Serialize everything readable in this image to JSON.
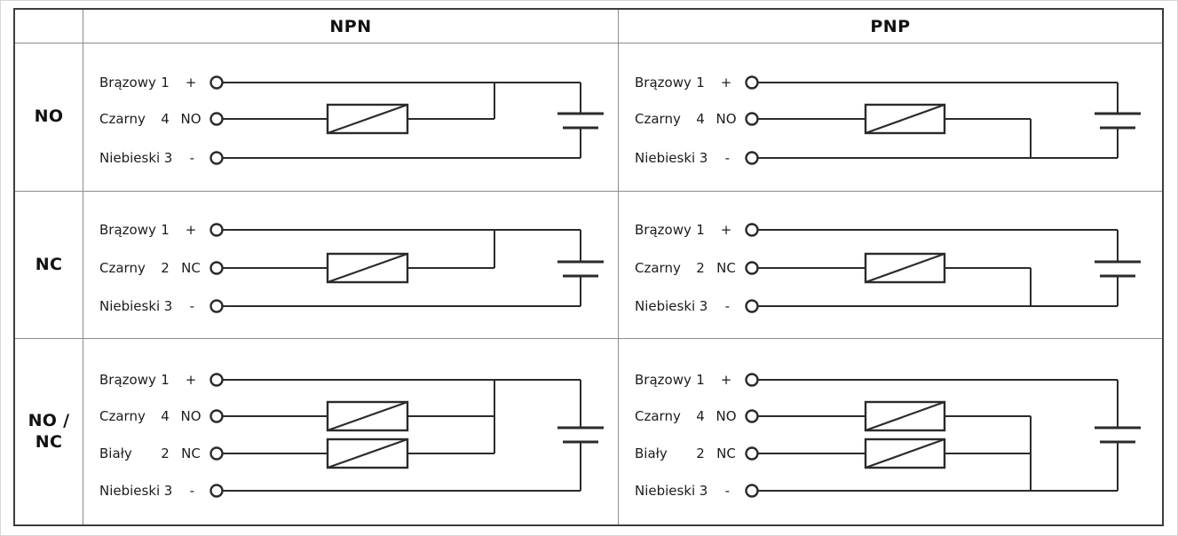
{
  "colors": {
    "ink": "#2b2b2b",
    "inner_border": "#8c8c8c",
    "outer_border": "#3d3d3d",
    "background": "#ffffff"
  },
  "header": {
    "columns": [
      "NPN",
      "PNP"
    ]
  },
  "rows": [
    {
      "label": "NO",
      "wires": [
        {
          "name": "Brązowy",
          "num": "1",
          "sym": "+"
        },
        {
          "name": "Czarny",
          "num": "4",
          "sym": "NO"
        },
        {
          "name": "Niebieski",
          "num": "3",
          "sym": "-"
        }
      ]
    },
    {
      "label": "NC",
      "wires": [
        {
          "name": "Brązowy",
          "num": "1",
          "sym": "+"
        },
        {
          "name": "Czarny",
          "num": "2",
          "sym": "NC"
        },
        {
          "name": "Niebieski",
          "num": "3",
          "sym": "-"
        }
      ]
    },
    {
      "label": "NO /\nNC",
      "wires": [
        {
          "name": "Brązowy",
          "num": "1",
          "sym": "+"
        },
        {
          "name": "Czarny",
          "num": "4",
          "sym": "NO"
        },
        {
          "name": "Biały",
          "num": "2",
          "sym": "NC"
        },
        {
          "name": "Niebieski",
          "num": "3",
          "sym": "-"
        }
      ]
    }
  ]
}
